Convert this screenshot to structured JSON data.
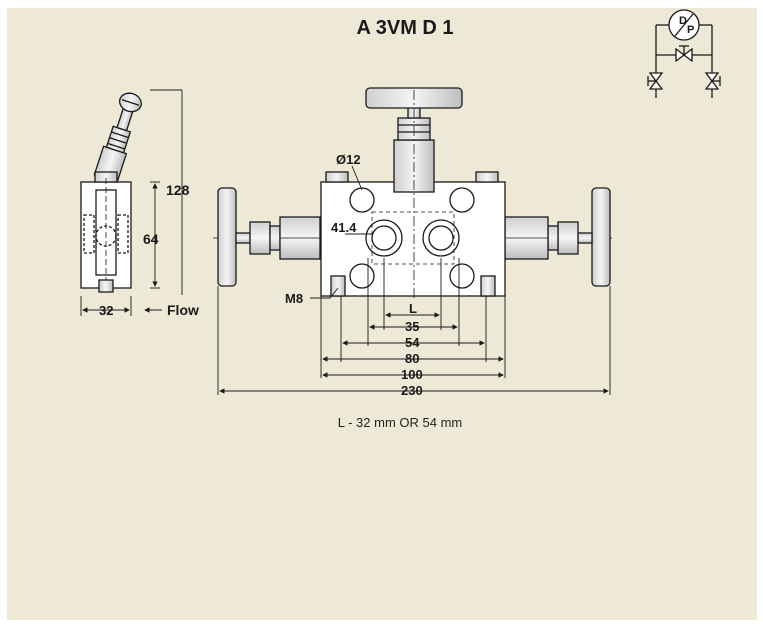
{
  "title": "A 3VM D 1",
  "note": "L - 32 mm OR 54 mm",
  "schematic": {
    "gauge_letter_top": "D",
    "gauge_letter_bottom": "P"
  },
  "side_view": {
    "height_label": "128",
    "body_height_label": "64",
    "width_label": "32",
    "flow_label": "Flow"
  },
  "front_view": {
    "port_diameter_label": "Ø12",
    "offset_label": "41.4",
    "thread_label": "M8",
    "dimensions": [
      "L",
      "35",
      "54",
      "80",
      "100",
      "230"
    ]
  },
  "colors": {
    "background": "#ede9d6",
    "line": "#1a1a1a"
  }
}
